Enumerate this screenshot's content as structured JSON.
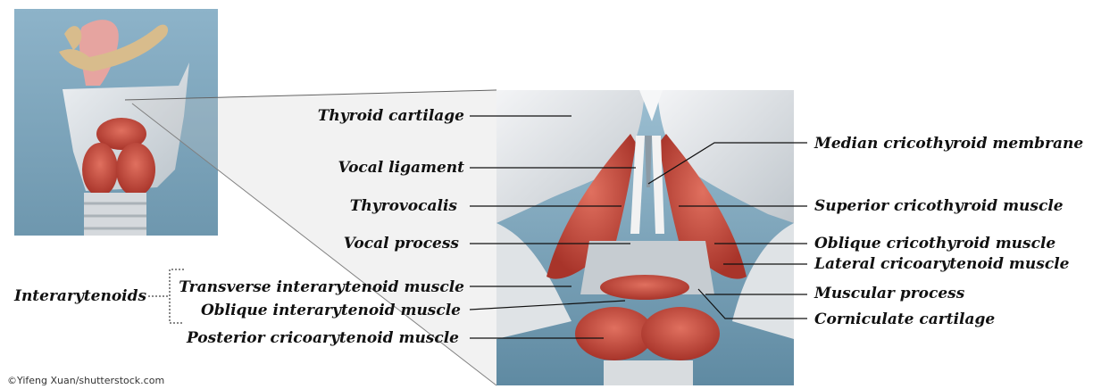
{
  "labels_left": [
    {
      "id": "thyroid-cartilage",
      "text": "Thyroid cartilage"
    },
    {
      "id": "vocal-ligament",
      "text": "Vocal ligament"
    },
    {
      "id": "thyrovocalis",
      "text": "Thyrovocalis"
    },
    {
      "id": "vocal-process",
      "text": "Vocal process"
    },
    {
      "id": "transverse-interarytenoid",
      "text": "Transverse interarytenoid muscle"
    },
    {
      "id": "oblique-interarytenoid",
      "text": "Oblique interarytenoid muscle"
    },
    {
      "id": "posterior-cricoarytenoid",
      "text": "Posterior cricoarytenoid muscle"
    }
  ],
  "labels_right": [
    {
      "id": "median-cricothyroid-membrane",
      "text": "Median cricothyroid membrane"
    },
    {
      "id": "superior-cricothyroid",
      "text": "Superior cricothyroid muscle"
    },
    {
      "id": "oblique-cricothyroid",
      "text": "Oblique cricothyroid muscle"
    },
    {
      "id": "lateral-cricoarytenoid",
      "text": "Lateral cricoarytenoid muscle"
    },
    {
      "id": "muscular-process",
      "text": "Muscular process"
    },
    {
      "id": "corniculate-cartilage",
      "text": "Corniculate cartilage"
    }
  ],
  "group_label": "Interarytenoids",
  "credit": "©Yifeng Xuan/shutterstock.com",
  "colors": {
    "background": "#7aa6bf",
    "cartilage": "#e6e9ec",
    "muscle": "#c8473a",
    "mucosa": "#e8a0a0",
    "hyoid": "#d6b98a"
  }
}
